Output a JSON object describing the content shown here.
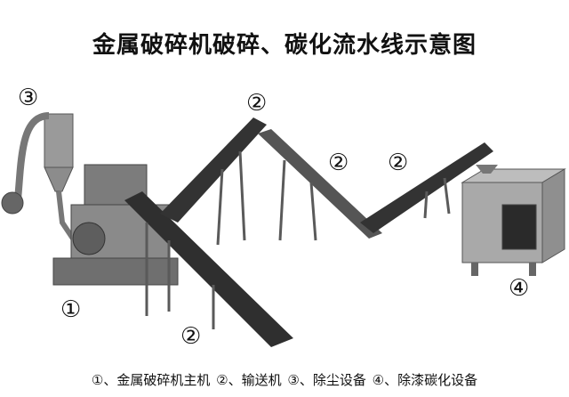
{
  "title": "金属破碎机破碎、碳化流水线示意图",
  "markers": {
    "crusher": "①",
    "conveyor_top": "②",
    "conveyor_mid_left": "②",
    "conveyor_mid_right": "②",
    "conveyor_bottom": "②",
    "dust": "③",
    "furnace": "④"
  },
  "legend": {
    "item1": "①、金属破碎机主机",
    "item2": "②、输送机",
    "item3": "③、除尘设备",
    "item4": "④、除漆碳化设备"
  },
  "colors": {
    "belt": "#2f2f2f",
    "frame": "#5a5a5a",
    "machine": "#8a8a8a",
    "furnace": "#a9a9a9"
  }
}
